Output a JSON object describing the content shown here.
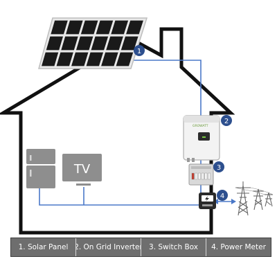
{
  "diagram": {
    "badges": [
      "1",
      "2",
      "3",
      "4"
    ],
    "tv_label": "TV",
    "inverter_brand": "GROWATT"
  },
  "legend": {
    "items": [
      "1. Solar Panel",
      "2. On Grid Inverter",
      "3. Switch Box",
      "4. Power Meter"
    ]
  },
  "colors": {
    "house_outline": "#111111",
    "wire": "#4a78c8",
    "badge": "#2d4f8e",
    "legend_bg": "#6e6e6e",
    "appliance": "#8e8e8e",
    "solar_cell": "#1a1a1a"
  }
}
